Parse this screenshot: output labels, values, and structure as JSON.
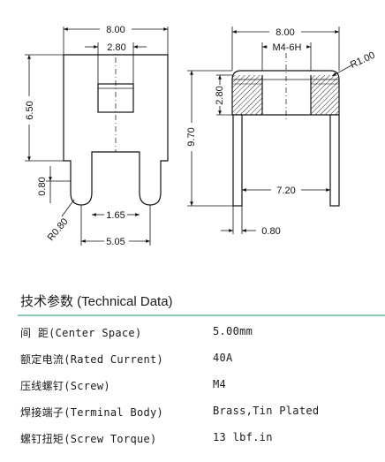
{
  "drawing": {
    "front_view": {
      "overall_width": "8.00",
      "slot_width": "2.80",
      "body_height": "6.50",
      "pin_thickness": "0.80",
      "corner_radius": "R0.80",
      "pin_gap": "1.65",
      "pin_pitch": "5.05"
    },
    "side_view": {
      "overall_width": "8.00",
      "thread": "M4-6H",
      "corner_radius": "R1.00",
      "block_height": "2.80",
      "total_height": "9.70",
      "pin_span": "7.20",
      "pin_thickness": "0.80"
    }
  },
  "section_title": "技术参数 (Technical Data)",
  "specs": [
    {
      "label": "间  距(Center Space)",
      "value": "5.00mm"
    },
    {
      "label": "额定电流(Rated Current)",
      "value": " 40A"
    },
    {
      "label": "压线螺钉(Screw)",
      "value": "M4"
    },
    {
      "label": "焊接端子(Terminal Body)",
      "value": "Brass,Tin Plated"
    },
    {
      "label": "螺钉扭矩(Screw Torque)",
      "value": " 13 lbf.in"
    }
  ]
}
